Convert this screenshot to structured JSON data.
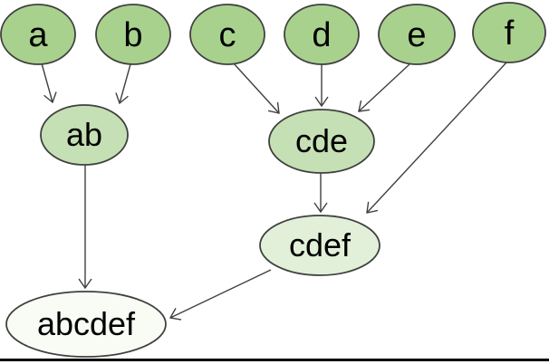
{
  "diagram": {
    "type": "merge-dependency-graph",
    "background_color": "#ffffff",
    "outline_color": "#404040",
    "edge_color": "#404040",
    "text_color": "#000000",
    "bottom_rule_color": "#000000",
    "level_colors": {
      "level1": "#a9d18e",
      "level2": "#c5e0b4",
      "level3": "#e2f0d9",
      "level4": "#f8fcf5"
    },
    "nodes": [
      {
        "id": "a",
        "label": "a",
        "fill": "#a9d18e"
      },
      {
        "id": "b",
        "label": "b",
        "fill": "#a9d18e"
      },
      {
        "id": "c",
        "label": "c",
        "fill": "#a9d18e"
      },
      {
        "id": "d",
        "label": "d",
        "fill": "#a9d18e"
      },
      {
        "id": "e",
        "label": "e",
        "fill": "#a9d18e"
      },
      {
        "id": "f",
        "label": "f",
        "fill": "#a9d18e"
      },
      {
        "id": "ab",
        "label": "ab",
        "fill": "#c5e0b4"
      },
      {
        "id": "cde",
        "label": "cde",
        "fill": "#c5e0b4"
      },
      {
        "id": "cdef",
        "label": "cdef",
        "fill": "#e2f0d9"
      },
      {
        "id": "abcdef",
        "label": "abcdef",
        "fill": "#f8fcf5"
      }
    ],
    "edges": [
      {
        "from": "a",
        "to": "ab"
      },
      {
        "from": "b",
        "to": "ab"
      },
      {
        "from": "c",
        "to": "cde"
      },
      {
        "from": "d",
        "to": "cde"
      },
      {
        "from": "e",
        "to": "cde"
      },
      {
        "from": "f",
        "to": "cdef"
      },
      {
        "from": "cde",
        "to": "cdef"
      },
      {
        "from": "ab",
        "to": "abcdef"
      },
      {
        "from": "cdef",
        "to": "abcdef"
      }
    ]
  }
}
